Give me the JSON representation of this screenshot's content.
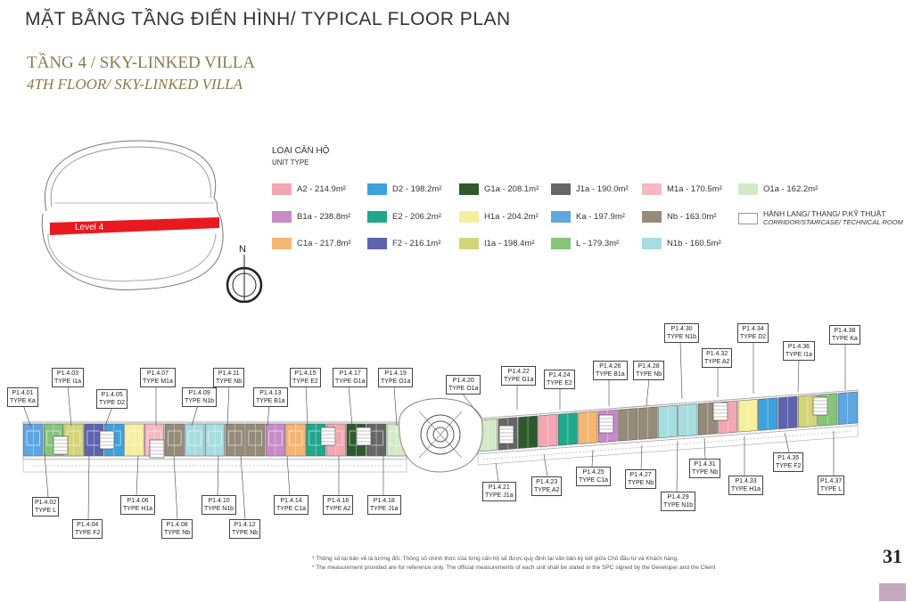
{
  "header": {
    "title": "MẶT BẰNG TẦNG ĐIỂN HÌNH/ TYPICAL FLOOR PLAN",
    "subtitle_vi": "TẦNG 4 / SKY-LINKED VILLA",
    "subtitle_en": "4TH FLOOR/ SKY-LINKED VILLA"
  },
  "keyplan": {
    "level_label": "Level 4",
    "north": "N"
  },
  "legend": {
    "heading_vi": "LOẠI CĂN HỘ",
    "heading_en": "UNIT TYPE",
    "items": [
      {
        "label": "A2 - 214.9m²",
        "color": "#f4a6b2"
      },
      {
        "label": "D2 - 198.2m²",
        "color": "#3da2dc"
      },
      {
        "label": "G1a - 208.1m²",
        "color": "#2d5a2b"
      },
      {
        "label": "J1a - 190.0m²",
        "color": "#666666"
      },
      {
        "label": "M1a - 170.5m²",
        "color": "#f7b8c2"
      },
      {
        "label": "O1a - 162.2m²",
        "color": "#d3eac6"
      },
      {
        "label": "B1a - 238.8m²",
        "color": "#c98bc8"
      },
      {
        "label": "E2 - 206.2m²",
        "color": "#1fa88c"
      },
      {
        "label": "H1a - 204.2m²",
        "color": "#f5f0a0"
      },
      {
        "label": "Ka - 197.9m²",
        "color": "#5ea6df"
      },
      {
        "label": "Nb - 163.0m²",
        "color": "#968a78"
      },
      {
        "label": "C1a - 217.8m²",
        "color": "#f5b673"
      },
      {
        "label": "F2 - 216.1m²",
        "color": "#5e63ad"
      },
      {
        "label": "I1a - 198.4m²",
        "color": "#d3d57a"
      },
      {
        "label": "L - 179.3m²",
        "color": "#86c47a"
      },
      {
        "label": "N1b - 160.5m²",
        "color": "#a7dde0"
      }
    ],
    "corridor_vi": "HÀNH LANG/ THANG/ P.KỸ THUẬT",
    "corridor_en": "CORRIDOR/STAIRCASE/ TECHNICAL ROOM"
  },
  "units": [
    {
      "code": "P1.4.01",
      "type": "TYPE Ka"
    },
    {
      "code": "P1.4.02",
      "type": "TYPE L"
    },
    {
      "code": "P1.4.03",
      "type": "TYPE I1a"
    },
    {
      "code": "P1.4.04",
      "type": "TYPE F2"
    },
    {
      "code": "P1.4.05",
      "type": "TYPE D2"
    },
    {
      "code": "P1.4.06",
      "type": "TYPE H1a"
    },
    {
      "code": "P1.4.07",
      "type": "TYPE M1a"
    },
    {
      "code": "P1.4.08",
      "type": "TYPE Nb"
    },
    {
      "code": "P1.4.09",
      "type": "TYPE N1b"
    },
    {
      "code": "P1.4.10",
      "type": "TYPE N1b"
    },
    {
      "code": "P1.4.11",
      "type": "TYPE Nb"
    },
    {
      "code": "P1.4.12",
      "type": "TYPE Nb"
    },
    {
      "code": "P1.4.13",
      "type": "TYPE B1a"
    },
    {
      "code": "P1.4.14",
      "type": "TYPE C1a"
    },
    {
      "code": "P1.4.15",
      "type": "TYPE E2"
    },
    {
      "code": "P1.4.16",
      "type": "TYPE A2"
    },
    {
      "code": "P1.4.17",
      "type": "TYPE G1a"
    },
    {
      "code": "P1.4.18",
      "type": "TYPE J1a"
    },
    {
      "code": "P1.4.19",
      "type": "TYPE O1a"
    },
    {
      "code": "P1.4.20",
      "type": "TYPE O1a"
    },
    {
      "code": "P1.4.21",
      "type": "TYPE J1a"
    },
    {
      "code": "P1.4.22",
      "type": "TYPE G1a"
    },
    {
      "code": "P1.4.23",
      "type": "TYPE A2"
    },
    {
      "code": "P1.4.24",
      "type": "TYPE E2"
    },
    {
      "code": "P1.4.25",
      "type": "TYPE C1a"
    },
    {
      "code": "P1.4.26",
      "type": "TYPE B1a"
    },
    {
      "code": "P1.4.27",
      "type": "TYPE Nb"
    },
    {
      "code": "P1.4.28",
      "type": "TYPE Nb"
    },
    {
      "code": "P1.4.29",
      "type": "TYPE N1b"
    },
    {
      "code": "P1.4.30",
      "type": "TYPE N1b"
    },
    {
      "code": "P1.4.31",
      "type": "TYPE Nb"
    },
    {
      "code": "P1.4.32",
      "type": "TYPE A2"
    },
    {
      "code": "P1.4.33",
      "type": "TYPE H1a"
    },
    {
      "code": "P1.4.34",
      "type": "TYPE D2"
    },
    {
      "code": "P1.4.35",
      "type": "TYPE F2"
    },
    {
      "code": "P1.4.36",
      "type": "TYPE I1a"
    },
    {
      "code": "P1.4.37",
      "type": "TYPE L"
    },
    {
      "code": "P1.4.38",
      "type": "TYPE Ka"
    }
  ],
  "notes": {
    "vi": "* Thông số tại bản vẽ là tương đối. Thông số chính thức của từng căn hộ sẽ được quy định tại văn bản ký kết giữa Chủ đầu tư và Khách hàng.",
    "en": "* The measurement provided are for reference only. The official measurements of each unit shall be stated in the SPC signed by the Developer and the Client"
  },
  "page_number": "31"
}
